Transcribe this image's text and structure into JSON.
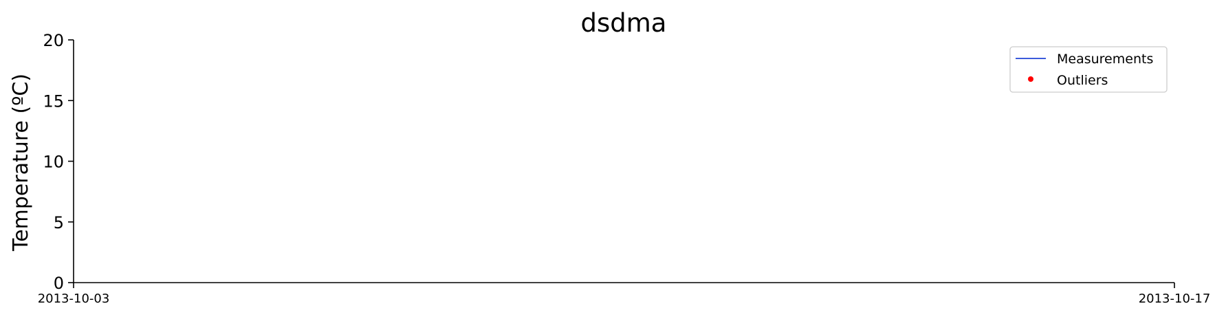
{
  "chart_data": {
    "type": "line",
    "title": "dsdma",
    "xlabel": "",
    "ylabel": "Temperature (ºC)",
    "x_ticks": [
      "2013-10-03",
      "2013-10-17"
    ],
    "xlim": [
      "2013-10-03",
      "2013-10-17"
    ],
    "ylim": [
      0,
      20
    ],
    "y_ticks": [
      0,
      5,
      10,
      15,
      20
    ],
    "grid": false,
    "legend_position": "top-right",
    "series": [
      {
        "name": "Measurements",
        "style": "line",
        "color": "#3b5bdb",
        "values": []
      },
      {
        "name": "Outliers",
        "style": "markers",
        "color": "#ff0000",
        "values": []
      }
    ]
  }
}
